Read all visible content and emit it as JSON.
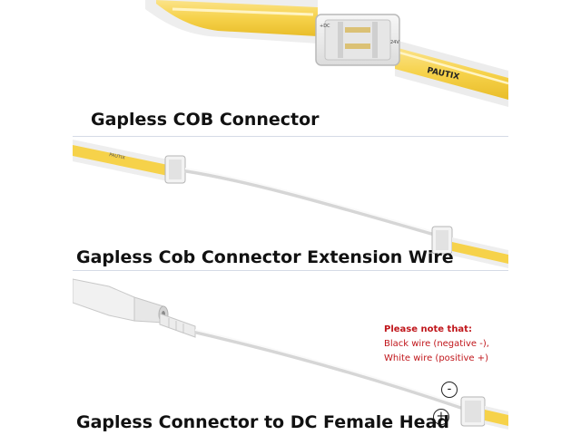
{
  "captions": {
    "cob_connector": "Gapless COB Connector",
    "extension_wire": "Gapless Cob Connector Extension Wire",
    "dc_female_head": "Gapless Connector to DC Female Head"
  },
  "brand": "PAUTIX",
  "strip_markings": {
    "plus_dc": "+DC",
    "voltage": "24V"
  },
  "note": {
    "title": "Please note that:",
    "line1": "Black wire (negative -),",
    "line2": "White wire (positive +)"
  },
  "polarity": {
    "negative": "-",
    "positive": "+"
  },
  "colors": {
    "led_yellow": "#f6d24a",
    "note_red": "#c0161b",
    "wire_white": "#f2f2f2"
  }
}
